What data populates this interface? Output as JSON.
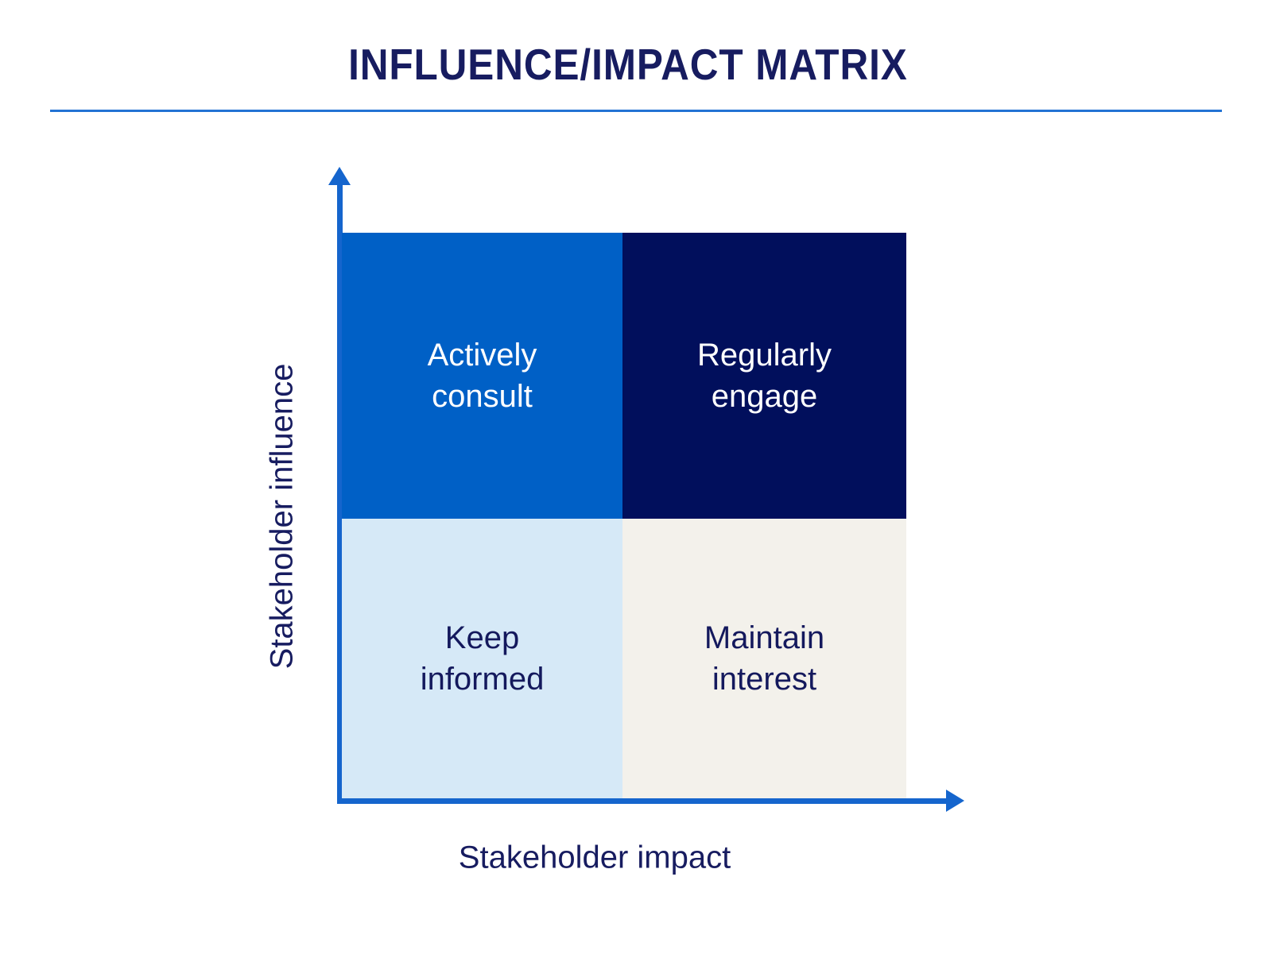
{
  "title": "INFLUENCE/IMPACT MATRIX",
  "matrix": {
    "x_axis_label": "Stakeholder impact",
    "y_axis_label": "Stakeholder influence",
    "quadrants": {
      "top_left": {
        "label": "Actively\nconsult",
        "bg": "#0060c6",
        "text_color": "#ffffff"
      },
      "top_right": {
        "label": "Regularly\nengage",
        "bg": "#010f5c",
        "text_color": "#ffffff"
      },
      "bottom_left": {
        "label": "Keep\ninformed",
        "bg": "#d6e9f7",
        "text_color": "#14195d"
      },
      "bottom_right": {
        "label": "Maintain\ninterest",
        "bg": "#f3f1eb",
        "text_color": "#14195d"
      }
    }
  },
  "colors": {
    "background": "#ffffff",
    "title_text": "#171c60",
    "divider": "#2273d4",
    "axis": "#1565cd"
  }
}
